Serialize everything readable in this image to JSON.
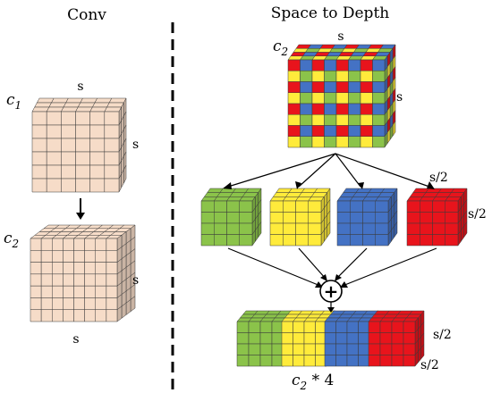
{
  "left_panel": {
    "title": "Conv",
    "input_label": "c",
    "input_sub": "1",
    "input_top_dim": "s",
    "input_side_dim": "s",
    "output_label": "c",
    "output_sub": "2",
    "output_side_dim": "s",
    "output_bottom_dim": "s"
  },
  "right_panel": {
    "title": "Space to Depth",
    "input_label": "c",
    "input_sub": "2",
    "input_top_dim": "s",
    "input_side_dim": "s",
    "split_top_dim": "s/2",
    "split_side_dim": "s/2",
    "plus_symbol": "+",
    "concat_side_dim_1": "s/2",
    "concat_side_dim_2": "s/2",
    "concat_label": "c",
    "concat_sub": "2",
    "concat_suffix": " * 4"
  },
  "colors": {
    "beige": "#f6dcc8",
    "green": "#8bc34a",
    "yellow": "#ffeb3b",
    "blue": "#4472c4",
    "red": "#e8141c"
  }
}
